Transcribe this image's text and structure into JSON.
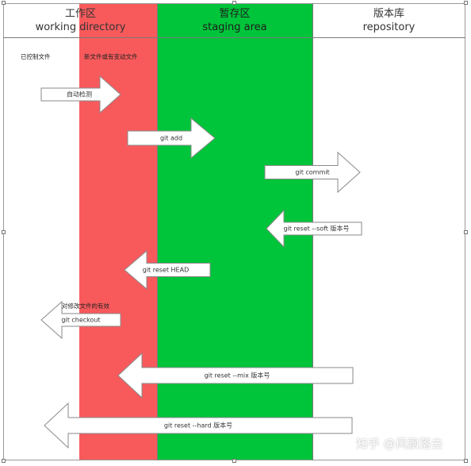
{
  "columns": {
    "work": {
      "title_zh": "工作区",
      "title_en": "working directory"
    },
    "stage": {
      "title_zh": "暂存区",
      "title_en": "staging area"
    },
    "repo": {
      "title_zh": "版本库",
      "title_en": "repository"
    }
  },
  "sublabels": {
    "tracked": "已控制文件",
    "new_or_changed": "新文件或有变动文件",
    "effective_on_modified": "对修改文件的有效"
  },
  "arrows": {
    "auto_detect": "自动检测",
    "git_add": "git add",
    "git_commit": "git commit",
    "git_reset_soft": "git reset --soft 版本号",
    "git_reset_head": "git reset HEAD",
    "git_checkout": "git checkout",
    "git_reset_mix": "git reset --mix 版本号",
    "git_reset_hard": "git reset --hard 版本号"
  },
  "watermark": "知乎 @风飘落去",
  "colors": {
    "working_changed": "#f85a5c",
    "staging": "#00c43a",
    "arrow_fill": "#ffffff",
    "arrow_stroke": "#8a8a8a"
  }
}
